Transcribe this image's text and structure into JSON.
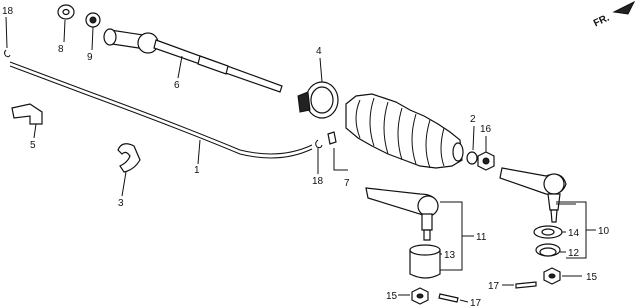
{
  "orientation": {
    "label": "FR."
  },
  "callouts": {
    "c1": "1",
    "c2": "2",
    "c3": "3",
    "c4": "4",
    "c5": "5",
    "c6": "6",
    "c7": "7",
    "c8": "8",
    "c9": "9",
    "c10": "10",
    "c11": "11",
    "c12": "12",
    "c13": "13",
    "c14": "14",
    "c15a": "15",
    "c15b": "15",
    "c16": "16",
    "c17a": "17",
    "c17b": "17",
    "c18a": "18",
    "c18b": "18"
  }
}
